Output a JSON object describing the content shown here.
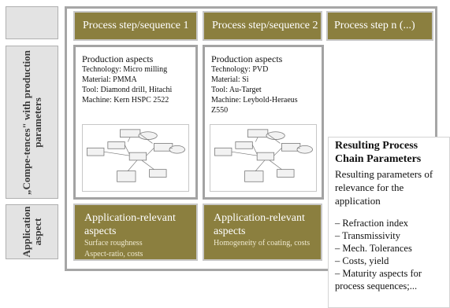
{
  "row_labels": {
    "competences": "„Compe-tences\" with production parameters",
    "application": "Application aspect"
  },
  "columns": [
    {
      "header": "Process step/sequence 1",
      "production": {
        "title": "Production aspects",
        "lines": [
          "Technology: Micro milling",
          "Material: PMMA",
          "Tool: Diamond drill, Hitachi",
          "Machine: Kern HSPC 2522"
        ]
      },
      "application": {
        "title": "Application-relevant aspects",
        "details": [
          "Surface roughness",
          "Aspect-ratio, costs"
        ]
      }
    },
    {
      "header": "Process step/sequence 2",
      "production": {
        "title": "Production aspects",
        "lines": [
          "Technology: PVD",
          "Material: Si",
          "Tool: Au-Target",
          "Machine: Leybold-Heraeus Z550"
        ]
      },
      "application": {
        "title": "Application-relevant aspects",
        "details": [
          "Homogeneity of coating, costs"
        ]
      }
    },
    {
      "header": "Process step n (...)"
    }
  ],
  "resulting": {
    "title": "Resulting Process Chain Parameters",
    "subtitle": "Resulting parameters of relevance for the application",
    "items": [
      "– Refraction index",
      "– Transmissivity",
      "– Mech. Tolerances",
      "– Costs, yield",
      "– Maturity aspects for process sequences;..."
    ]
  },
  "colors": {
    "olive": "#8b7f3f",
    "frame": "#a6a6a6",
    "label_bg": "#e3e3e3"
  }
}
